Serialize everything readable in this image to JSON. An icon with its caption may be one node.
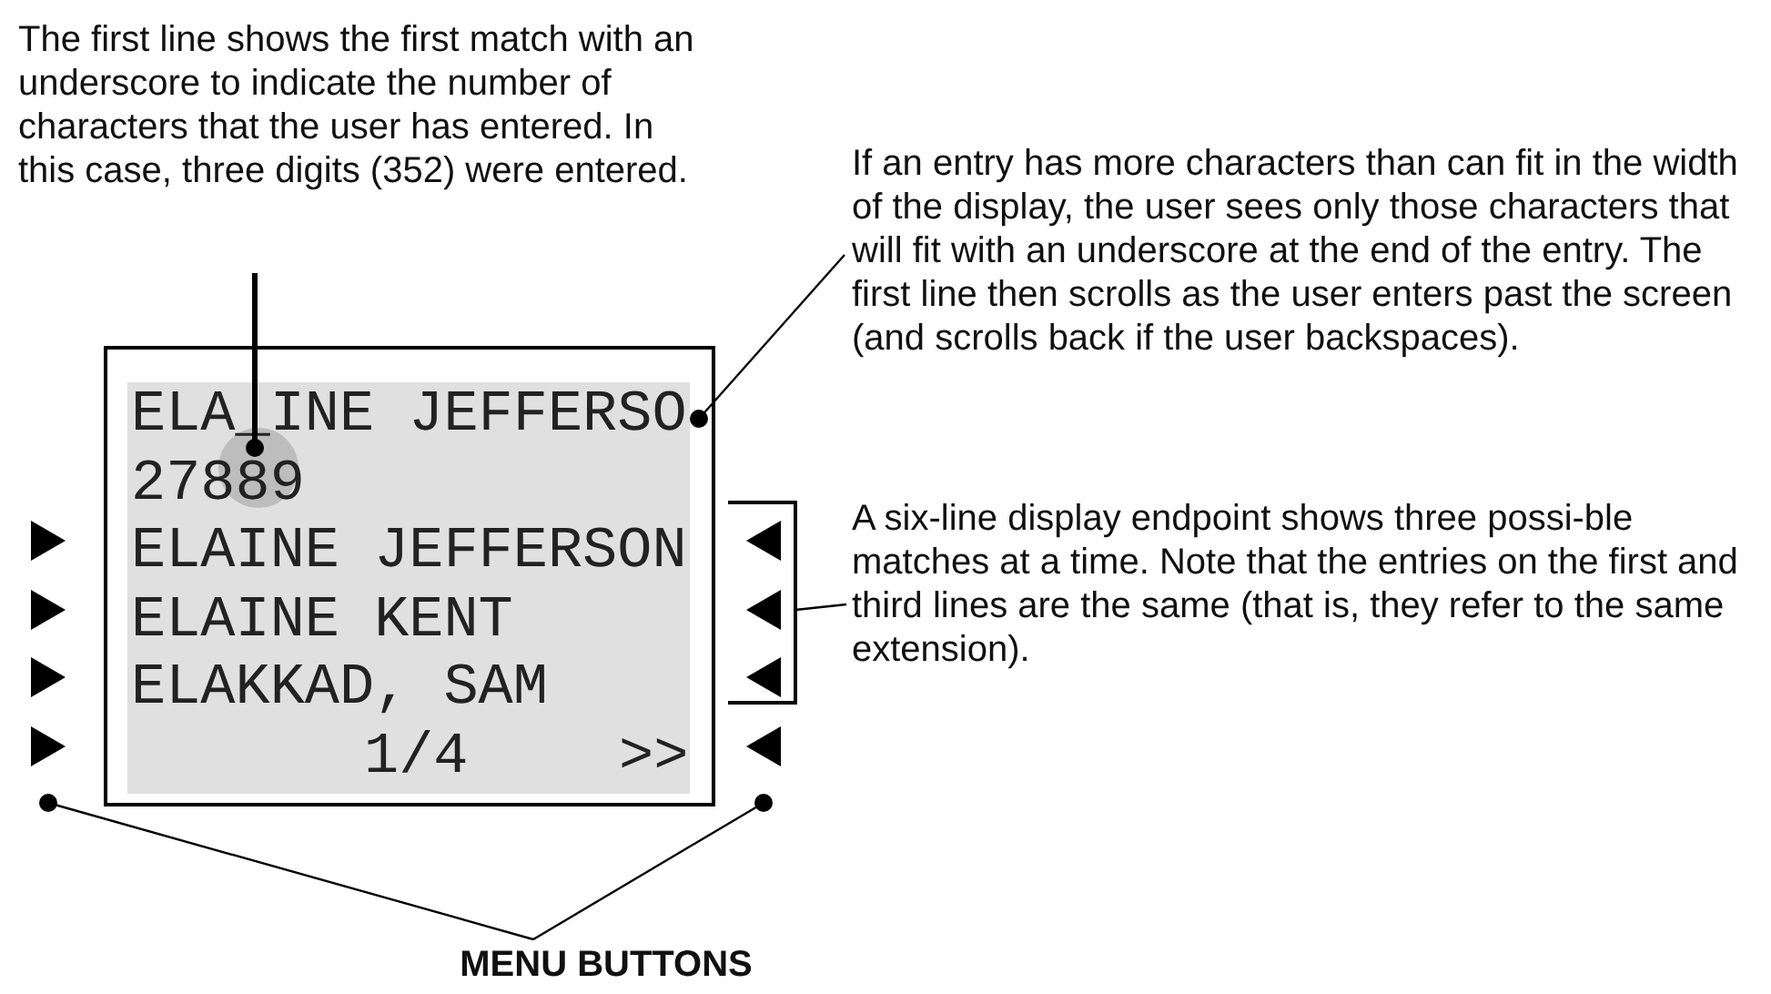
{
  "diagram": {
    "nodes": [
      {
        "text": [
          "The first line shows the first match with an underscore to indicate the number of characters that the user has entered. In this case, three digits (352) were entered."
        ]
      },
      {
        "text": [
          "If an entry has more characters than can fit in the width of the display, the user sees only those characters that will fit with an underscore at the end of the entry. The first line then scrolls as the user enters past the screen (and scrolls back if the user backspaces)."
        ]
      },
      {
        "text": [
          "A six-line display endpoint shows three possi-ble matches at a time. Note that the entries on the first and third lines are the same (that is, they refer to the same extension)."
        ]
      },
      {
        "text": [
          "MENU BUTTONS"
        ]
      },
      {
        "text": [],
        "shape": "box"
      },
      {
        "text": [
          "ELA_INE JEFFERSO",
          "27889",
          "ELAINE JEFFERSON",
          "ELAINE KENT",
          "ELAKKAD, SAM",
          "1/4",
          ">>"
        ],
        "in": 4
      },
      {
        "text": [],
        "shape": "circle",
        "in": 5
      },
      {
        "text": [],
        "shape": "triangle"
      },
      {
        "text": [],
        "shape": "triangle"
      },
      {
        "text": [],
        "shape": "triangle"
      },
      {
        "text": [],
        "shape": "triangle"
      },
      {
        "text": [],
        "shape": "triangle"
      },
      {
        "text": [],
        "shape": "triangle"
      },
      {
        "text": [],
        "shape": "triangle"
      },
      {
        "text": [],
        "shape": "triangle"
      }
    ],
    "edges": [
      {
        "from": 0,
        "to": 6,
        "arrow": "other",
        "style": "thick"
      },
      {
        "from": 1,
        "to": 5,
        "arrow": "other"
      },
      {
        "from": 2,
        "to": 12,
        "arrow": "none"
      },
      {
        "from": 3,
        "to": 10,
        "arrow": "other"
      },
      {
        "from": 3,
        "to": 14,
        "arrow": "other"
      }
    ]
  }
}
